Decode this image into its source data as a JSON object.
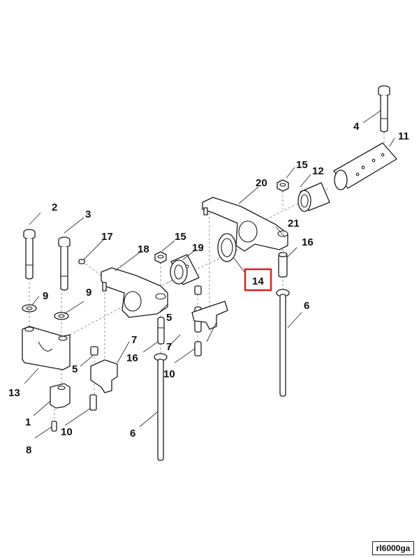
{
  "callouts": {
    "c1": "1",
    "c2": "2",
    "c3": "3",
    "c4": "4",
    "c5a": "5",
    "c5b": "5",
    "c6a": "6",
    "c6b": "6",
    "c7a": "7",
    "c7b": "7",
    "c8": "8",
    "c9a": "9",
    "c9b": "9",
    "c10a": "10",
    "c10b": "10",
    "c11": "11",
    "c12": "12",
    "c13": "13",
    "c14": "14",
    "c15a": "15",
    "c15b": "15",
    "c16a": "16",
    "c16b": "16",
    "c17": "17",
    "c18": "18",
    "c19": "19",
    "c20": "20",
    "c21": "21"
  },
  "highlight": {
    "label": "14",
    "color": "#e02020"
  },
  "reference_code": "rl6000ga"
}
